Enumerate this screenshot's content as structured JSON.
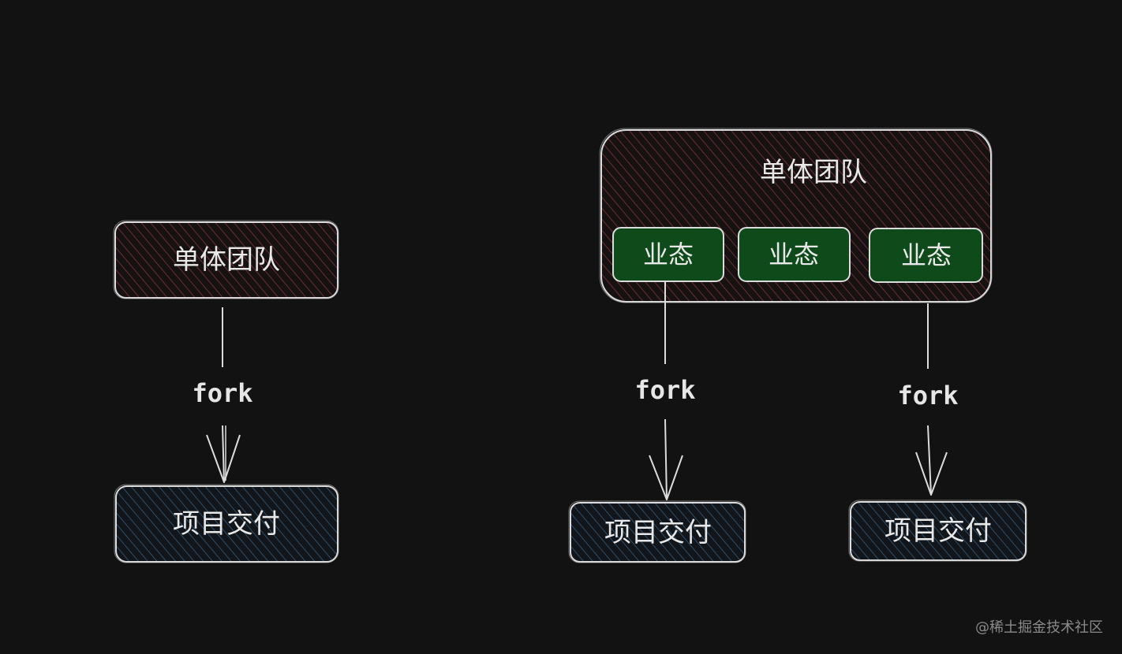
{
  "colors": {
    "background": "#121212",
    "team_hatch": "#5a2a2e",
    "delivery_hatch": "#2a4a66",
    "business_fill": "#0f4a1a",
    "stroke": "#dcdcdc"
  },
  "left": {
    "team_label": "单体团队",
    "edge_label": "fork",
    "delivery_label": "项目交付"
  },
  "right": {
    "team_label": "单体团队",
    "business_chips": [
      "业态",
      "业态",
      "业态"
    ],
    "edges": [
      {
        "label": "fork"
      },
      {
        "label": "fork"
      }
    ],
    "deliveries": [
      "项目交付",
      "项目交付"
    ]
  },
  "watermark": "@稀土掘金技术社区"
}
